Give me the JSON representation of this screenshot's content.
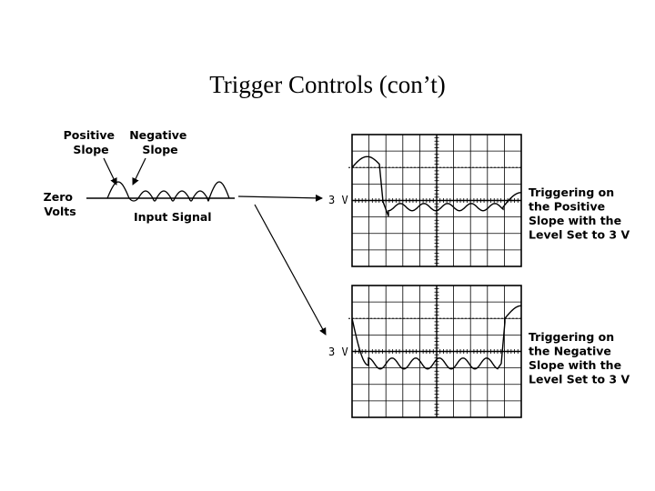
{
  "title": "Trigger Controls (con’t)",
  "labels": {
    "positive_slope": [
      "Positive",
      "Slope"
    ],
    "negative_slope": [
      "Negative",
      "Slope"
    ],
    "zero_volts": [
      "Zero",
      "Volts"
    ],
    "input_signal": "Input Signal",
    "level_top": "3 V",
    "level_bottom": "3 V",
    "caption_positive": [
      "Triggering on",
      "the Positive",
      "Slope with the",
      "Level Set to 3 V"
    ],
    "caption_negative": [
      "Triggering on",
      "the Negative",
      "Slope with the",
      "Level Set to 3 V"
    ]
  },
  "colors": {
    "ink": "#000000",
    "background": "#ffffff"
  }
}
